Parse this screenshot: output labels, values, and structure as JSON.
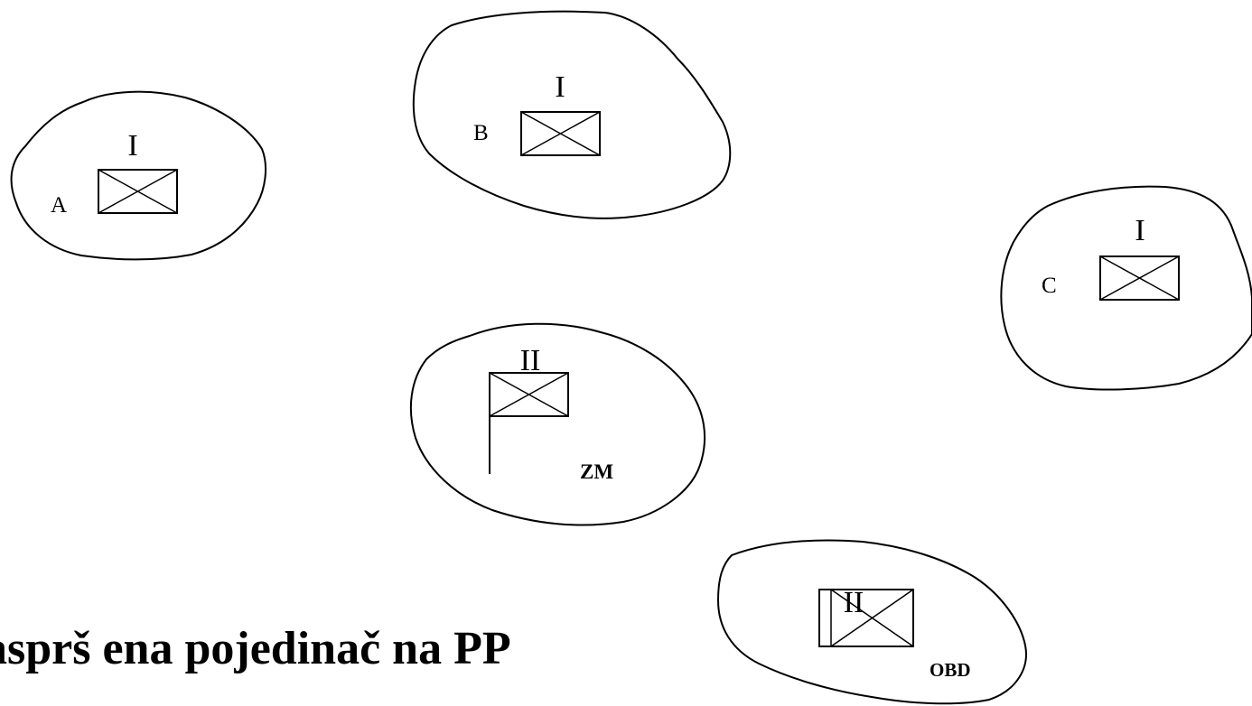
{
  "caption": "asprš ena pojedinač na PP",
  "units": {
    "a": {
      "echelon": "I",
      "label": "A"
    },
    "b": {
      "echelon": "I",
      "label": "B"
    },
    "c": {
      "echelon": "I",
      "label": "C"
    },
    "zm": {
      "echelon": "II",
      "label": "ZM"
    },
    "obd": {
      "echelon": "II",
      "label": "OBD"
    }
  },
  "colors": {
    "stroke": "#000000",
    "background": "#ffffff"
  }
}
